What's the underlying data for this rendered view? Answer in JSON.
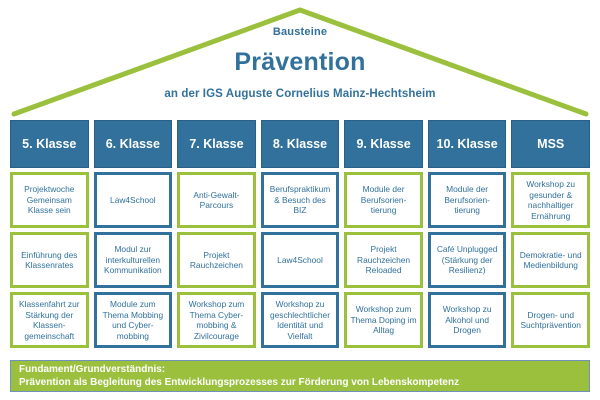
{
  "roof": {
    "kicker": "Bausteine",
    "title": "Prävention",
    "subtitle": "an der IGS Auguste Cornelius Mainz-Hechtsheim",
    "outline_color": "#9BC03E",
    "text_color": "#31719B"
  },
  "colors": {
    "brand_blue": "#31719B",
    "brand_green": "#9BC03E",
    "cell_text": "#31719B",
    "header_text": "#FFFFFF"
  },
  "columns": [
    {
      "number": "5.",
      "label": "Klasse",
      "full": "5. Klasse"
    },
    {
      "number": "6.",
      "label": "Klasse",
      "full": "6. Klasse"
    },
    {
      "number": "7.",
      "label": "Klasse",
      "full": "7. Klasse"
    },
    {
      "number": "8.",
      "label": "Klasse",
      "full": "8. Klasse"
    },
    {
      "number": "9.",
      "label": "Klasse",
      "full": "9. Klasse"
    },
    {
      "number": "10.",
      "label": "Klasse",
      "full": "10. Klasse"
    },
    {
      "number": "",
      "label": "MSS",
      "full": "MSS"
    }
  ],
  "rows": [
    {
      "cells": [
        "Projektwoche Gemeinsam Klasse sein",
        "Law4School",
        "Anti-Gewalt-Parcours",
        "Berufspraktikum & Besuch des BIZ",
        "Module der Berufsorien-tierung",
        "Module der Berufsorien-tierung",
        "Workshop zu gesunder & nachhaltiger Ernährung"
      ]
    },
    {
      "cells": [
        "Einführung des Klassenrates",
        "Modul zur interkulturellen Kommunikation",
        "Projekt Rauchzeichen",
        "Law4School",
        "Projekt Rauchzeichen Reloaded",
        "Café Unplugged (Stärkung der Resilienz)",
        "Demokratie- und Medienbildung"
      ]
    },
    {
      "cells": [
        "Klassenfahrt zur Stärkung der Klassen-gemeinschaft",
        "Module zum Thema Mobbing und Cyber-mobbing",
        "Workshop zum Thema Cyber-mobbing & Zivilcourage",
        "Workshop zu geschlechtlicher Identität und Vielfalt",
        "Workshop zum Thema Doping im Alltag",
        "Workshop zu Alkohol und Drogen",
        "Drogen- und Suchtprävention"
      ]
    }
  ],
  "foundation": {
    "line1": "Fundament/Grundverständnis:",
    "line2": "Prävention als Begleitung des Entwicklungsprozesses zur Förderung von Lebenskompetenz"
  }
}
